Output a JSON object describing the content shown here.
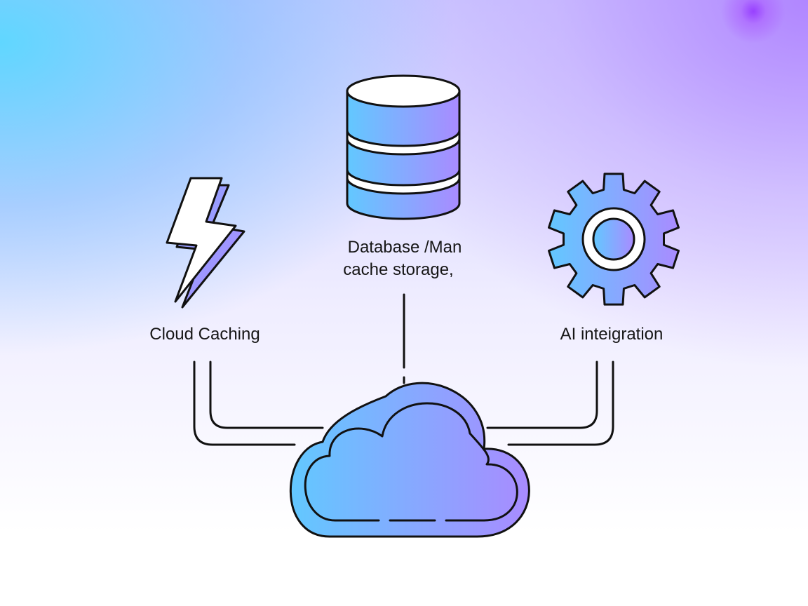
{
  "nodes": {
    "database": {
      "label_line1": "Database /Man",
      "label_line2": "cache storage,"
    },
    "cloud_caching": {
      "label": "Cloud Caching"
    },
    "ai_integration": {
      "label": "AI inteigration"
    }
  },
  "icons": {
    "database": "database-icon",
    "lightning": "lightning-bolt-icon",
    "gear": "gear-icon",
    "cloud": "cloud-icon"
  },
  "colors": {
    "gradient_start": "#62c8ff",
    "gradient_end": "#a98bff",
    "stroke": "#111111"
  }
}
